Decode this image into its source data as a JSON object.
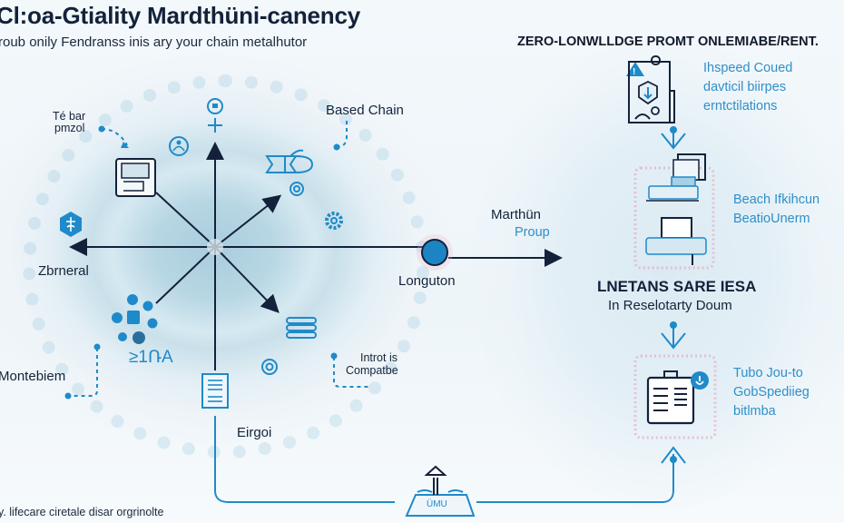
{
  "header": {
    "title": "Cl:oa-Gtiality Mardthüni-canency",
    "subtitle": "roub onily Fendranss inis ary your chain metalhutor"
  },
  "left_diagram": {
    "labels": {
      "top_left_line1": "Té bar",
      "top_left_line2": "pmzol",
      "based_chain": "Based Chain",
      "zbrneral": "Zbrneral",
      "montebiem": "Montebiem",
      "introt_line1": "Introt is",
      "introt_line2": "Compatbe",
      "eirgoi": "Eirgoi",
      "glyph_text": "≥1ՌA",
      "longuton": "Longuton"
    },
    "icons": [
      "lightbulb-icon",
      "person-badge-icon",
      "id-card-icon",
      "robot-fish-icon",
      "gear-icon",
      "shield-caduceus-icon",
      "flower-cluster-icon",
      "coin-stack-icon",
      "refresh-circle-icon",
      "document-icon",
      "node-dot-icon"
    ]
  },
  "connector": {
    "line1": "Marthün",
    "line2": "Proup"
  },
  "right_panel": {
    "heading": "ZERO-LONWLLDGE PROMT ONLEMIABE/RENT.",
    "step1": {
      "lines": [
        "Ihspeed Coued",
        "davticil biirpes",
        "erntctilations"
      ],
      "icon": "secure-document-warning-icon"
    },
    "step2": {
      "lines": [
        "Beach Ifkihcun",
        "BeatioUnerm"
      ],
      "icon": "computer-stack-icon"
    },
    "status": {
      "title": "LNETANS SARE IESA",
      "subtitle": "In Reselotarty Doum"
    },
    "step3": {
      "lines": [
        "Tubo Jou-to",
        "GobSpediieg",
        "bitlmba"
      ],
      "icon": "briefcase-document-icon"
    }
  },
  "bottom": {
    "footer": "y. lifecare ciretale disar orgrinolte",
    "hub_text": "ÜMU",
    "hub_icon": "hub-island-icon"
  },
  "colors": {
    "accent_blue": "#1f8ac9",
    "dark_navy": "#13223a",
    "light_blue_text": "#2f8fc9"
  }
}
